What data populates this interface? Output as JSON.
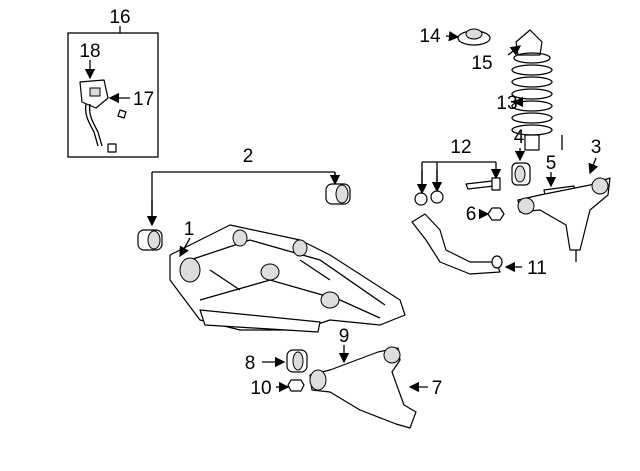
{
  "diagram": {
    "callouts": {
      "c1": "1",
      "c2": "2",
      "c3": "3",
      "c4": "4",
      "c5": "5",
      "c6": "6",
      "c7": "7",
      "c8": "8",
      "c9": "9",
      "c10": "10",
      "c11": "11",
      "c12": "12",
      "c13": "13",
      "c14": "14",
      "c15": "15",
      "c16": "16",
      "c17": "17",
      "c18": "18"
    },
    "line_color": "#000000",
    "background": "#ffffff"
  }
}
